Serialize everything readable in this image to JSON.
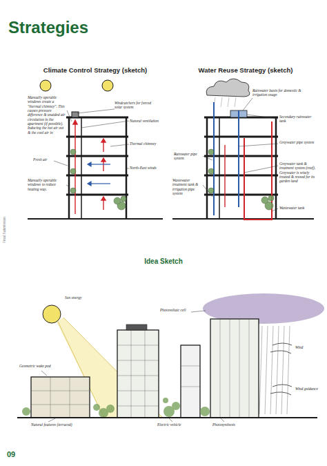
{
  "diagram": {
    "title": "Strategies",
    "labels": [
      "Climate Control Strategy (sketch)",
      "Water Reuse Strategy (sketch)",
      "Idea Sketch",
      "09",
      "Final Submission",
      "Manually operable windows create a \"thermal chimney\". This causes pressure difference & unaided air circulation in the apartment (if possible). Inducing the hot air out & the cool air in",
      "Fresh air",
      "Manually operable windows to reduce heating way.",
      "Windcatchers for forced solar system",
      "Natural ventilation",
      "Thermal chimney",
      "North-East winds",
      "Rainwater basin for domestic & irrigation usage",
      "Secondary rainwater tank",
      "Greywater pipe system",
      "Greywater tank & treatment system (roof). Greywater is wisely treated & reused for its garden land",
      "Wastewater tank",
      "Rainwater pipe system",
      "Wastewater treatment tank & irrigation pipe system",
      "Photovoltaic cell",
      "Sun energy",
      "Geometric wake pod",
      "Natural features (terraced)",
      "Electric vehicle",
      "Photosynthesis",
      "Wind",
      "Wind guidance"
    ]
  }
}
